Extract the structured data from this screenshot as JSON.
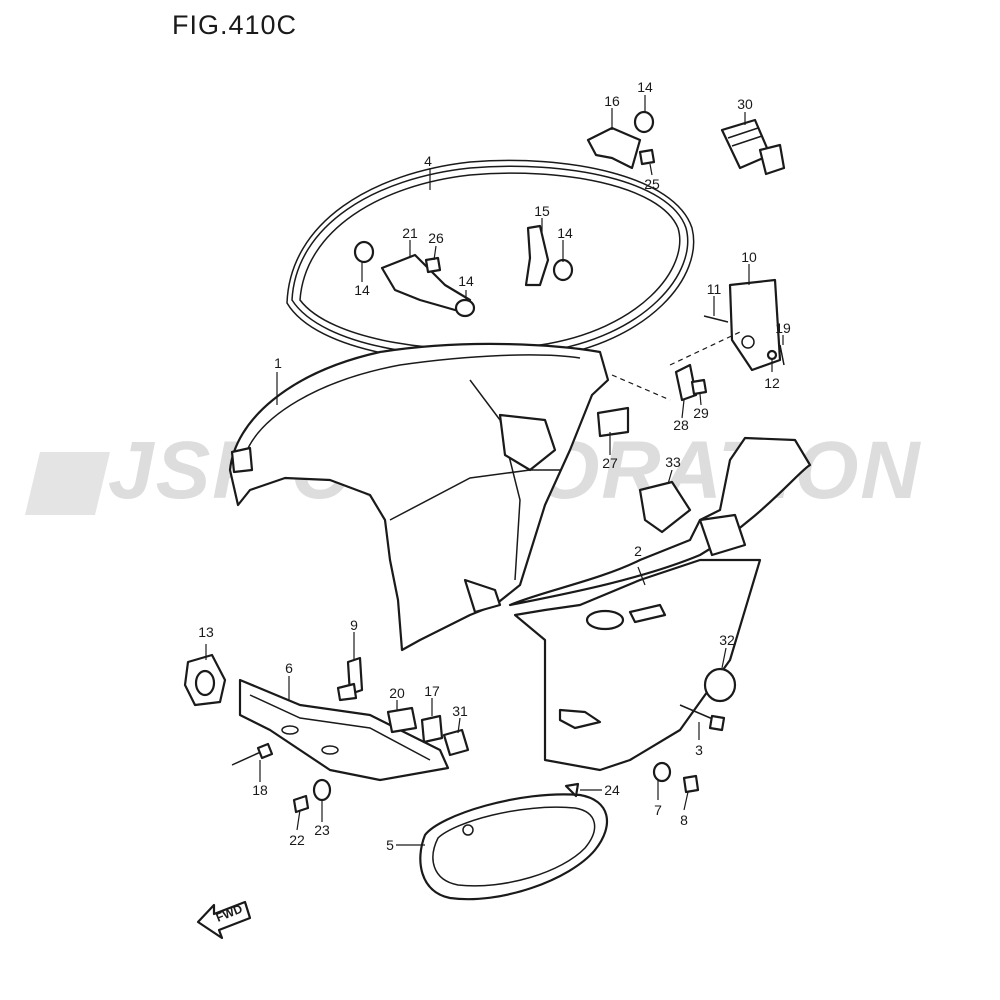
{
  "title": "FIG.410C",
  "watermark": "JSP CORPORATION",
  "direction_label": "FWD",
  "callouts": [
    "1",
    "2",
    "3",
    "4",
    "5",
    "6",
    "7",
    "8",
    "9",
    "10",
    "11",
    "12",
    "13",
    "14",
    "14",
    "14",
    "14",
    "15",
    "16",
    "17",
    "18",
    "19",
    "20",
    "21",
    "22",
    "23",
    "24",
    "25",
    "26",
    "27",
    "28",
    "29",
    "30",
    "31",
    "32",
    "33"
  ]
}
